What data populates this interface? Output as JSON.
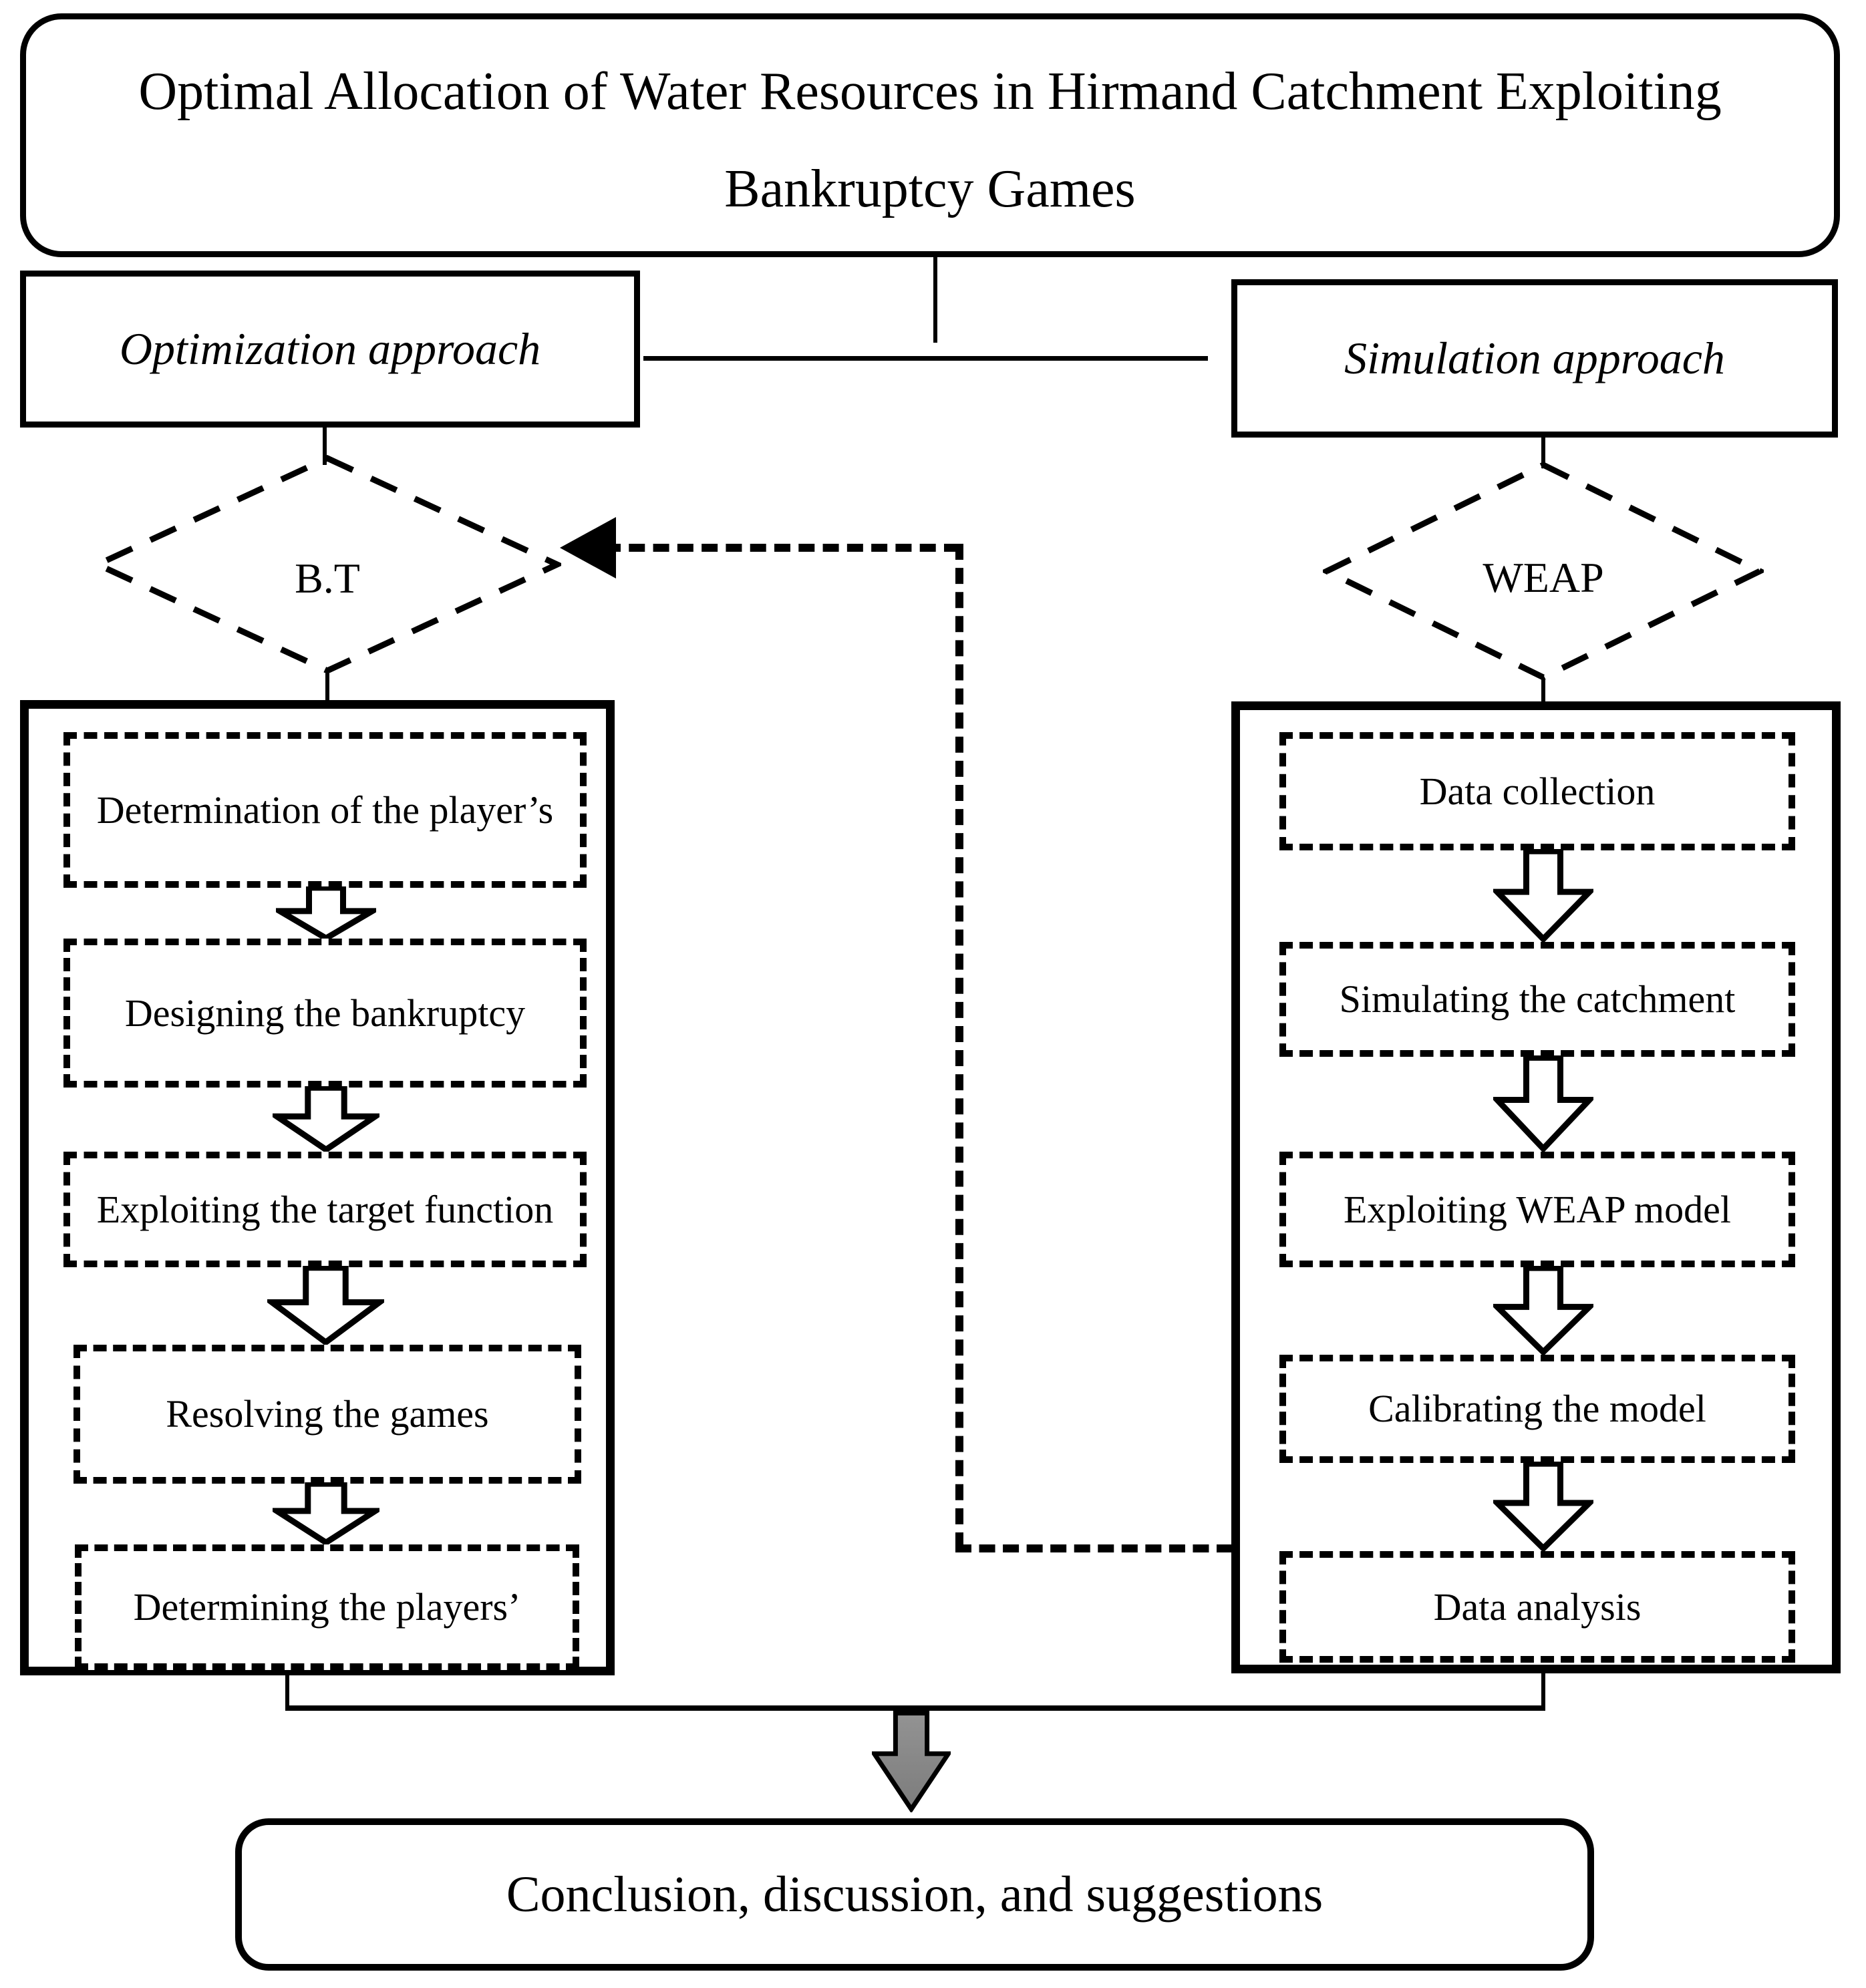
{
  "title": {
    "line1": "Optimal Allocation of Water Resources in Hirmand Catchment Exploiting",
    "line2": "Bankruptcy Games"
  },
  "branches": {
    "left": {
      "approach_label": "Optimization approach",
      "decision_label": "B.T",
      "steps": [
        "Determination of the player’s",
        "Designing the bankruptcy",
        "Exploiting the target function",
        "Resolving the games",
        "Determining the players’"
      ]
    },
    "right": {
      "approach_label": "Simulation approach",
      "decision_label": "WEAP",
      "steps": [
        "Data collection",
        "Simulating the catchment",
        "Exploiting WEAP model",
        "Calibrating the model",
        "Data analysis"
      ]
    }
  },
  "conclusion": {
    "label": "Conclusion, discussion, and suggestions"
  },
  "colors": {
    "ink": "#000000",
    "arrow_fill_white": "#ffffff",
    "arrow_fill_gray": "#8c8c8c",
    "background": "#ffffff"
  }
}
